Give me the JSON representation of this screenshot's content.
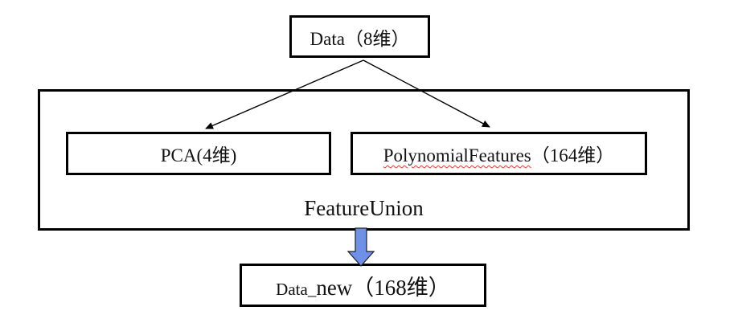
{
  "diagram": {
    "title": "FeatureUnion pipeline diagram",
    "colors": {
      "background": "#ffffff",
      "box_border": "#000000",
      "connector": "#000000",
      "blue_arrow_fill": "#6e90e7",
      "blue_arrow_outline": "#1f1f1f",
      "spellcheck_underline": "#e8392e"
    },
    "nodes": {
      "data": {
        "label": "Data（8维）"
      },
      "pca": {
        "label": "PCA(4维)"
      },
      "poly": {
        "underlined": "PolynomialFeatures",
        "suffix": "（164维）"
      },
      "feature_union": {
        "label": "FeatureUnion"
      },
      "data_new": {
        "prefix": "Data_",
        "suffix": "new（168维）"
      }
    },
    "connections": [
      "Data -> PCA",
      "Data -> PolynomialFeatures",
      "FeatureUnion -> Data_new"
    ]
  }
}
